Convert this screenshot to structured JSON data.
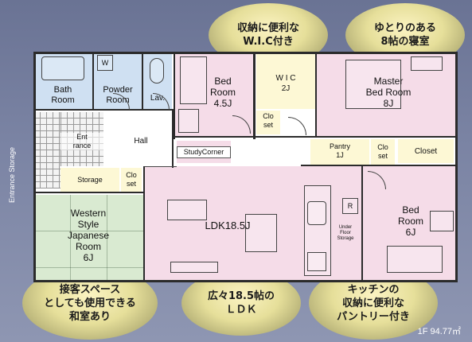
{
  "callouts": {
    "top_center": [
      "収納に便利な",
      "W.I.C付き"
    ],
    "top_right": [
      "ゆとりのある",
      "8帖の寝室"
    ],
    "bottom_left": [
      "接客スペース",
      "としても使用できる",
      "和室あり"
    ],
    "bottom_center": [
      "広々18.5帖の",
      "ＬＤＫ"
    ],
    "bottom_right": [
      "キッチンの",
      "収納に便利な",
      "パントリー付き"
    ]
  },
  "side_label": "Entrance Storage",
  "area": "1F 94.77㎡",
  "rooms": {
    "bath": "Bath\nRoom",
    "powder": "Powder\nRoom",
    "w_mark": "W",
    "lav": "Lav.",
    "bed1": "Bed\nRoom\n4.5J",
    "wic": "W I C\n2J",
    "master": "Master\nBed Room\n8J",
    "closet1": "Clo\nset",
    "entrance": "Ent\nrance",
    "hall": "Hall",
    "study": "StudyCorner",
    "pantry": "Pantry\n1J",
    "closet2": "Clo\nset",
    "closet3": "Closet",
    "storage": "Storage",
    "closet4": "Clo\nset",
    "western": "Western\nStyle\nJapanese\nRoom\n6J",
    "ldk": "LDK18.5J",
    "under_floor": "Under\nFloor\nStorage",
    "r_mark": "R",
    "bed2": "Bed\nRoom\n6J"
  },
  "colors": {
    "pink": "#f5dce8",
    "blue": "#cfe0f2",
    "green": "#d9ead1",
    "cream": "#fdf8d5",
    "background": "#7a83a3"
  }
}
